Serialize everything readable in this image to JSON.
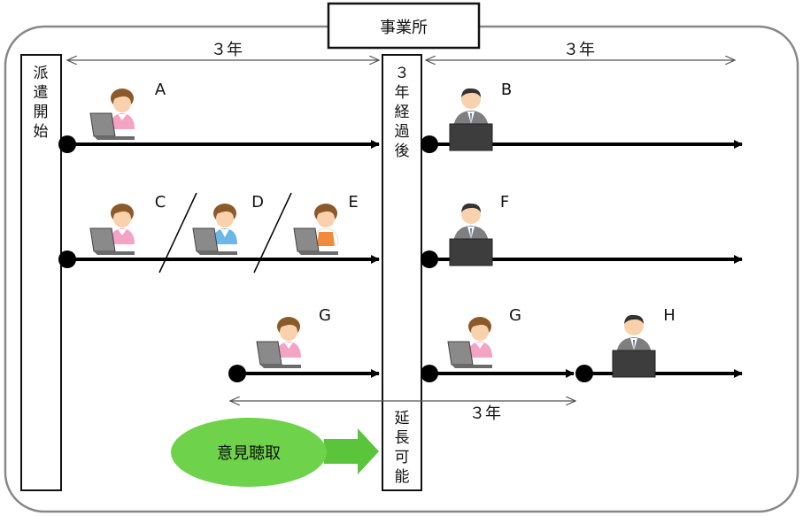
{
  "office": {
    "label": "事業所"
  },
  "dispatch_start": {
    "label": "派遣開始"
  },
  "after_three_years": {
    "label": "３年経過後"
  },
  "extension": {
    "label": "延長可能"
  },
  "opinion": {
    "label": "意見聴取"
  },
  "periods": {
    "first": "３年",
    "second": "３年",
    "third": "３年"
  },
  "workers": {
    "a": "A",
    "b": "B",
    "c": "C",
    "d": "D",
    "e": "E",
    "f": "F",
    "g1": "G",
    "g2": "G",
    "h": "H"
  },
  "colors": {
    "frame": "#888888",
    "line": "#000000",
    "bubble": "#6ed24a",
    "bubble_arrow": "#5ac43a",
    "pink_shirt": "#f5a3c4",
    "blue_shirt": "#6bb7e8",
    "orange_apron": "#f08a3c",
    "suit": "#7f7f7f",
    "skin": "#f9d2ad",
    "hair": "#8b5a2b"
  }
}
